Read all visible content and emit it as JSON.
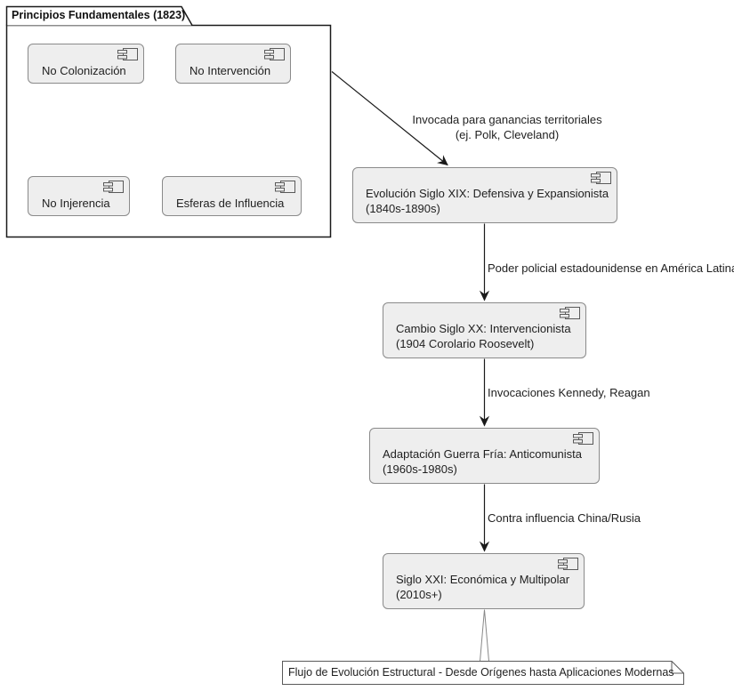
{
  "diagram": {
    "package": {
      "title": "Principios Fundamentales (1823)",
      "components": [
        "No Colonización",
        "No Intervención",
        "No Injerencia",
        "Esferas de Influencia"
      ]
    },
    "flow_boxes": [
      {
        "title": "Evolución Siglo XIX: Defensiva y Expansionista",
        "subtitle": "(1840s-1890s)"
      },
      {
        "title": "Cambio Siglo XX: Intervencionista",
        "subtitle": "(1904 Corolario Roosevelt)"
      },
      {
        "title": "Adaptación Guerra Fría: Anticomunista",
        "subtitle": "(1960s-1980s)"
      },
      {
        "title": "Siglo XXI: Económica y Multipolar",
        "subtitle": "(2010s+)"
      }
    ],
    "edge_labels": [
      [
        "Invocada para ganancias territoriales",
        "(ej. Polk, Cleveland)"
      ],
      [
        "Poder policial estadounidense en América Latina"
      ],
      [
        "Invocaciones Kennedy, Reagan"
      ],
      [
        "Contra influencia China/Rusia"
      ]
    ],
    "note": "Flujo de Evolución Estructural - Desde Orígenes hasta Aplicaciones Modernas",
    "icons": {
      "component_icon": "uml-component"
    },
    "colors": {
      "background": "#ffffff",
      "box_fill": "#eeeeee",
      "box_border": "#8a8a8a",
      "package_border": "#1a1a1a",
      "arrow": "#1a1a1a",
      "note_border": "#5a5a5a",
      "connector": "#888888",
      "text": "#1f1f1f"
    }
  }
}
